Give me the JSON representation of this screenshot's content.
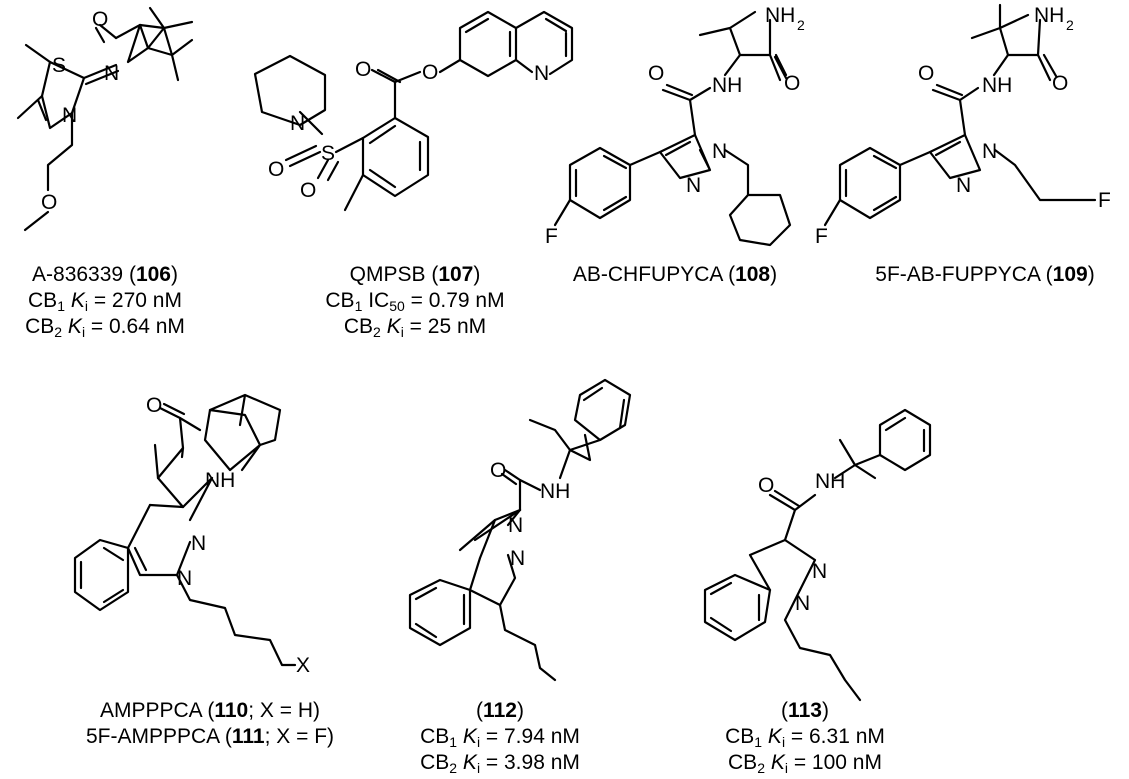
{
  "compounds": [
    {
      "id": "106",
      "name": "A-836339",
      "cb1": {
        "prefix": "CB",
        "sub": "1",
        "metric": "K",
        "metric_sub": "i",
        "value": "= 270 nM"
      },
      "cb2": {
        "prefix": "CB",
        "sub": "2",
        "metric": "K",
        "metric_sub": "i",
        "value": "= 0.64 nM"
      }
    },
    {
      "id": "107",
      "name": "QMPSB",
      "cb1": {
        "prefix": "CB",
        "sub": "1",
        "metric": "IC",
        "metric_sub": "50",
        "value": "= 0.79 nM"
      },
      "cb2": {
        "prefix": "CB",
        "sub": "2",
        "metric": "K",
        "metric_sub": "i",
        "value": "= 25 nM"
      }
    },
    {
      "id": "108",
      "name": "AB-CHFUPYCA"
    },
    {
      "id": "109",
      "name": "5F-AB-FUPPYCA"
    },
    {
      "id": "110",
      "name": "AMPPPCA",
      "suffix": "; X = H)"
    },
    {
      "id": "111",
      "name": "5F-AMPPPCA",
      "suffix": "; X = F)"
    },
    {
      "id": "112",
      "name": "",
      "cb1": {
        "prefix": "CB",
        "sub": "1",
        "metric": "K",
        "metric_sub": "i",
        "value": "= 7.94 nM"
      },
      "cb2": {
        "prefix": "CB",
        "sub": "2",
        "metric": "K",
        "metric_sub": "i",
        "value": "= 3.98 nM"
      }
    },
    {
      "id": "113",
      "name": "",
      "cb1": {
        "prefix": "CB",
        "sub": "1",
        "metric": "K",
        "metric_sub": "i",
        "value": "= 6.31 nM"
      },
      "cb2": {
        "prefix": "CB",
        "sub": "2",
        "metric": "K",
        "metric_sub": "i",
        "value": "= 100 nM"
      }
    }
  ],
  "atom_labels": {
    "S": "S",
    "N": "N",
    "O": "O",
    "NH": "NH",
    "NH2": "NH",
    "two": "2",
    "F": "F",
    "X": "X"
  },
  "punct": {
    "open": "(",
    "close": ")",
    "space": " "
  }
}
